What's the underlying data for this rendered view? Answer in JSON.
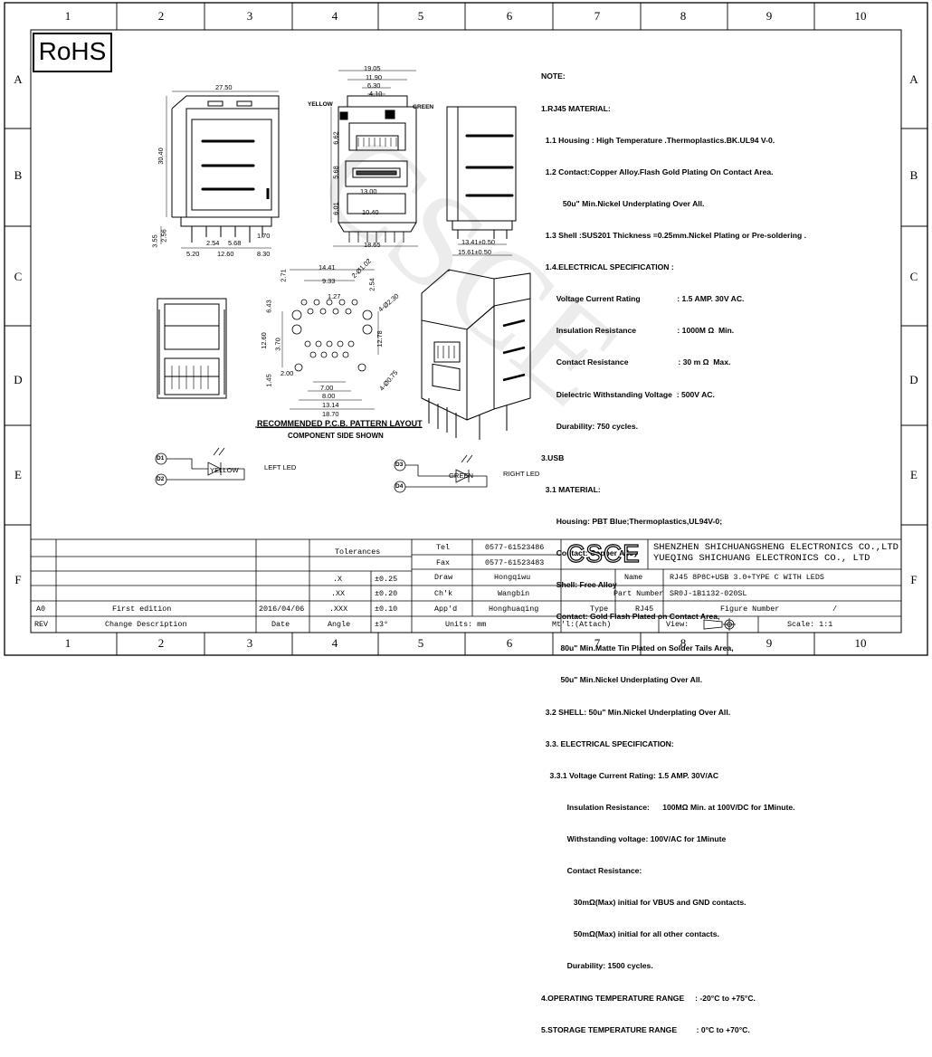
{
  "rohs": "RoHS",
  "zones_top": [
    "1",
    "2",
    "3",
    "4",
    "5",
    "6",
    "7",
    "8",
    "9",
    "10"
  ],
  "zones_side": [
    "A",
    "B",
    "C",
    "D",
    "E",
    "F"
  ],
  "notes": [
    "NOTE:",
    "1.RJ45 MATERIAL:",
    "  1.1 Housing : High Temperature .Thermoplastics.BK.UL94 V-0.",
    "  1.2 Contact:Copper Alloy.Flash Gold Plating On Contact Area.",
    "          50u\" Min.Nickel Underplating Over All.",
    "  1.3 Shell :SUS201 Thickness =0.25mm.Nickel Plating or Pre-soldering .",
    "  1.4.ELECTRICAL SPECIFICATION :",
    "       Voltage Current Rating                 : 1.5 AMP. 30V AC.",
    "       Insulation Resistance                   : 1000M Ω  Min.",
    "       Contact Resistance                       : 30 m Ω  Max.",
    "       Dielectric Withstanding Voltage  : 500V AC.",
    "       Durability: 750 cycles.",
    "3.USB",
    "  3.1 MATERIAL:",
    "       Housing: PBT Blue;Thermoplastics,UL94V-0;",
    "       Contact: Copper Alloy",
    "       Shell: Free Alloy",
    "       Contact: Gold Flash Plated on Contact Area,",
    "         80u\" Min.Matte Tin Plated on Solder Tails Area,",
    "         50u\" Min.Nickel Underplating Over All.",
    "  3.2 SHELL: 50u\" Min.Nickel Underplating Over All.",
    "  3.3. ELECTRICAL SPECIFICATION:",
    "    3.3.1 Voltage Current Rating: 1.5 AMP. 30V/AC",
    "            Insulation Resistance:      100MΩ Min. at 100V/DC for 1Minute.",
    "            Withstanding voltage: 100V/AC for 1Minute",
    "            Contact Resistance:",
    "               30mΩ(Max) initial for VBUS and GND contacts.",
    "               50mΩ(Max) initial for all other contacts.",
    "            Durability: 1500 cycles.",
    "4.OPERATING TEMPERATURE RANGE     : -20°C to +75°C.",
    "5.STORAGE TEMPERATURE RANGE         : 0°C to +70°C."
  ],
  "dims": {
    "front_width": "27.50",
    "front_height": "30.40",
    "side_widths": [
      "19.05",
      "11.90",
      "6.30",
      "4.10"
    ],
    "side_heights": [
      "6.62",
      "5.68",
      "6.01"
    ],
    "usb_widths": [
      "13.00",
      "10.40"
    ],
    "side_bottom": "18.65",
    "right_bottom": [
      "13.41±0.50",
      "15.61±0.50"
    ],
    "pin_dims": [
      "3.55",
      "2.56",
      "2.54",
      "5.68",
      "1.70",
      "5.20",
      "12.60",
      "8.30"
    ],
    "pcb_top": [
      "14.41",
      "9.33",
      "1.27",
      "2.71"
    ],
    "pcb_right": [
      "2.54",
      "4-Ø2.30",
      "12.78",
      "2-Ø1.02",
      "4-Ø0.75"
    ],
    "pcb_left": [
      "6.43",
      "12.60",
      "3.70",
      "1.45",
      "2.00"
    ],
    "pcb_bottom": [
      "7.00",
      "8.00",
      "13.14",
      "18.70"
    ]
  },
  "labels": {
    "yellow": "YELLOW",
    "green": "GREEN",
    "pcb_title": "RECOMMENDED P.C.B. PATTERN LAYOUT",
    "pcb_sub": "COMPONENT SIDE SHOWN",
    "left_led": "LEFT LED",
    "right_led": "RIGHT LED",
    "d1": "D1",
    "d2": "D2",
    "d3": "D3",
    "d4": "D4",
    "led_yellow": "YELLOW",
    "led_green": "GREEN"
  },
  "title_block": {
    "tolerances": "Tolerances",
    "tol_rows": [
      [
        ".X",
        "±0.25"
      ],
      [
        ".XX",
        "±0.20"
      ],
      [
        ".XXX",
        "±0.10"
      ],
      [
        "Angle",
        "±3°"
      ]
    ],
    "tel_label": "Tel",
    "tel": "0577-61523486",
    "fax_label": "Fax",
    "fax": "0577-61523483",
    "draw_label": "Draw",
    "draw": "Hongqiwu",
    "chk_label": "Ch'k",
    "chk": "Wangbin",
    "appd_label": "App'd",
    "appd": "Honghuaqing",
    "units": "Units: mm",
    "logo": "CSCE",
    "company1": "SHENZHEN SHICHUANGSHENG ELECTRONICS CO.,LTD",
    "company2": "YUEQING SHICHUANG ELECTRONICS CO., LTD",
    "name_label": "Name",
    "name": "RJ45 8P8C+USB 3.0+TYPE C WITH LEDS",
    "part_label": "Part Number",
    "part": "SR0J-1B1132-020SL",
    "type_label": "Type",
    "type": "RJ45",
    "figure_label": "Figure Number",
    "figure": "/",
    "mtl_label": "Mt'l:(Attach)",
    "view_label": "View:",
    "scale": "Scale: 1:1",
    "rev_a0": "A0",
    "rev_desc": "First edition",
    "rev_date": "2016/04/06",
    "rev_label": "REV",
    "change_label": "Change Description",
    "date_label": "Date"
  },
  "watermark": "CSCE"
}
